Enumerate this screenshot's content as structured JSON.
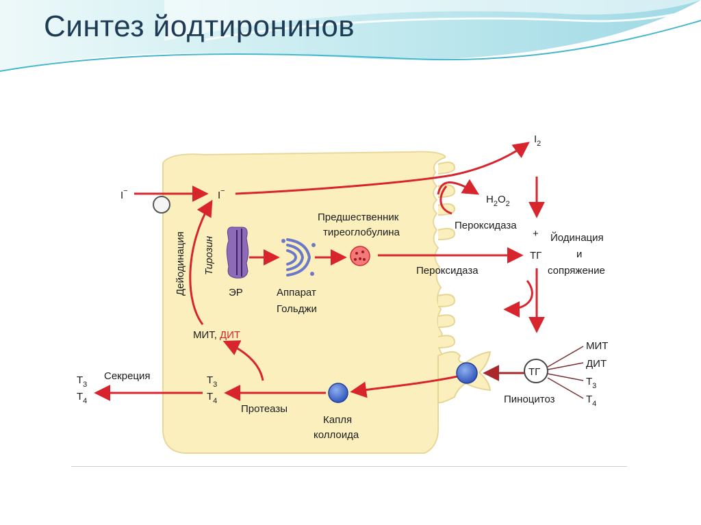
{
  "slide": {
    "title": "Синтез йодтиронинов"
  },
  "diagram": {
    "iodide_in": "I",
    "iodide_in_sup": "−",
    "iodide_cell": "I",
    "iodide_cell_sup": "−",
    "deiodination": "Дейодинация",
    "tyrosine": "Тирозин",
    "er": "ЭР",
    "golgi_1": "Аппарат",
    "golgi_2": "Гольджи",
    "precursor_1": "Предшественник",
    "precursor_2": "тиреоглобулина",
    "i2": "I",
    "i2_sub": "2",
    "h2o2_h": "H",
    "h2o2_sub1": "2",
    "h2o2_o": "O",
    "h2o2_sub2": "2",
    "peroxidase_1": "Пероксидаза",
    "plus": "+",
    "tg": "ТГ",
    "iodination_1": "Йодинация",
    "iodination_2": "и",
    "iodination_3": "сопряжение",
    "peroxidase_2": "Пероксидаза",
    "mit_dit_mit": "МИТ,",
    "mit_dit_dit": "ДИТ",
    "secretion": "Секреция",
    "t3_left": "Т",
    "t3_left_sub": "3",
    "t4_left": "Т",
    "t4_left_sub": "4",
    "t3_mid": "Т",
    "t3_mid_sub": "3",
    "t4_mid": "Т",
    "t4_mid_sub": "4",
    "proteases": "Протеазы",
    "droplet_1": "Капля",
    "droplet_2": "коллоида",
    "tg_circle": "ТГ",
    "pinocytosis": "Пиноцитоз",
    "out_mit": "МИТ",
    "out_dit": "ДИТ",
    "out_t3": "Т",
    "out_t3_sub": "3",
    "out_t4": "Т",
    "out_t4_sub": "4"
  },
  "colors": {
    "arrow": "#d8242c",
    "cell_fill": "#fbf0bd",
    "cell_border": "#e8d79a",
    "vesicle": "#3f5fc0",
    "title": "#1d3b55"
  }
}
